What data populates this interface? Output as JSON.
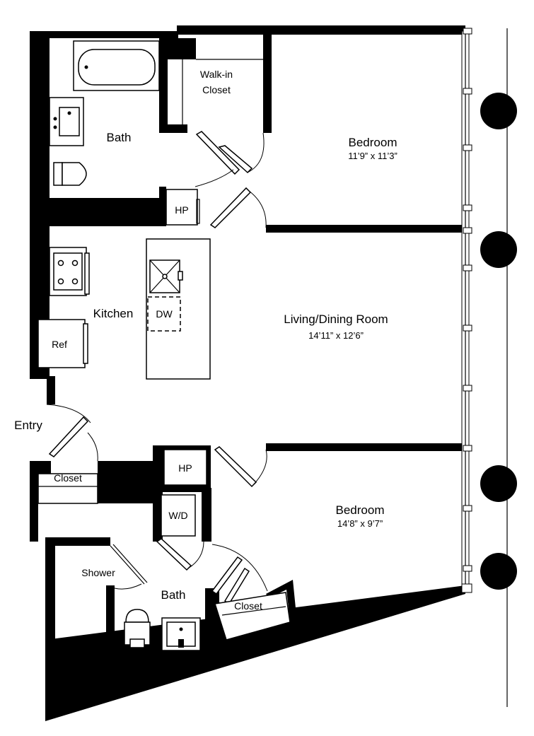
{
  "rooms": {
    "bedroom_1": {
      "name": "Bedroom",
      "dims": "11’9” x 11’3”"
    },
    "living": {
      "name": "Living/Dining Room",
      "dims": "14’11” x 12’6”"
    },
    "bedroom_2": {
      "name": "Bedroom",
      "dims": "14’8” x 9’7”"
    },
    "bath_1": {
      "name": "Bath"
    },
    "bath_2": {
      "name": "Bath"
    },
    "kitchen": {
      "name": "Kitchen"
    },
    "entry": {
      "name": "Entry"
    },
    "walkin_closet": {
      "line1": "Walk-in",
      "line2": "Closet"
    }
  },
  "labels": {
    "hp_upper": "HP",
    "hp_lower": "HP",
    "dw": "DW",
    "ref": "Ref",
    "wd": "W/D",
    "shower": "Shower",
    "closet_entry": "Closet",
    "closet_bedroom2": "Closet"
  },
  "icons": {
    "bathtub": "bathtub-icon",
    "sink": "sink-icon",
    "toilet": "toilet-icon",
    "cooktop": "cooktop-icon",
    "columns": "column-icon"
  },
  "colors": {
    "walls": "#000000",
    "background": "#ffffff"
  }
}
